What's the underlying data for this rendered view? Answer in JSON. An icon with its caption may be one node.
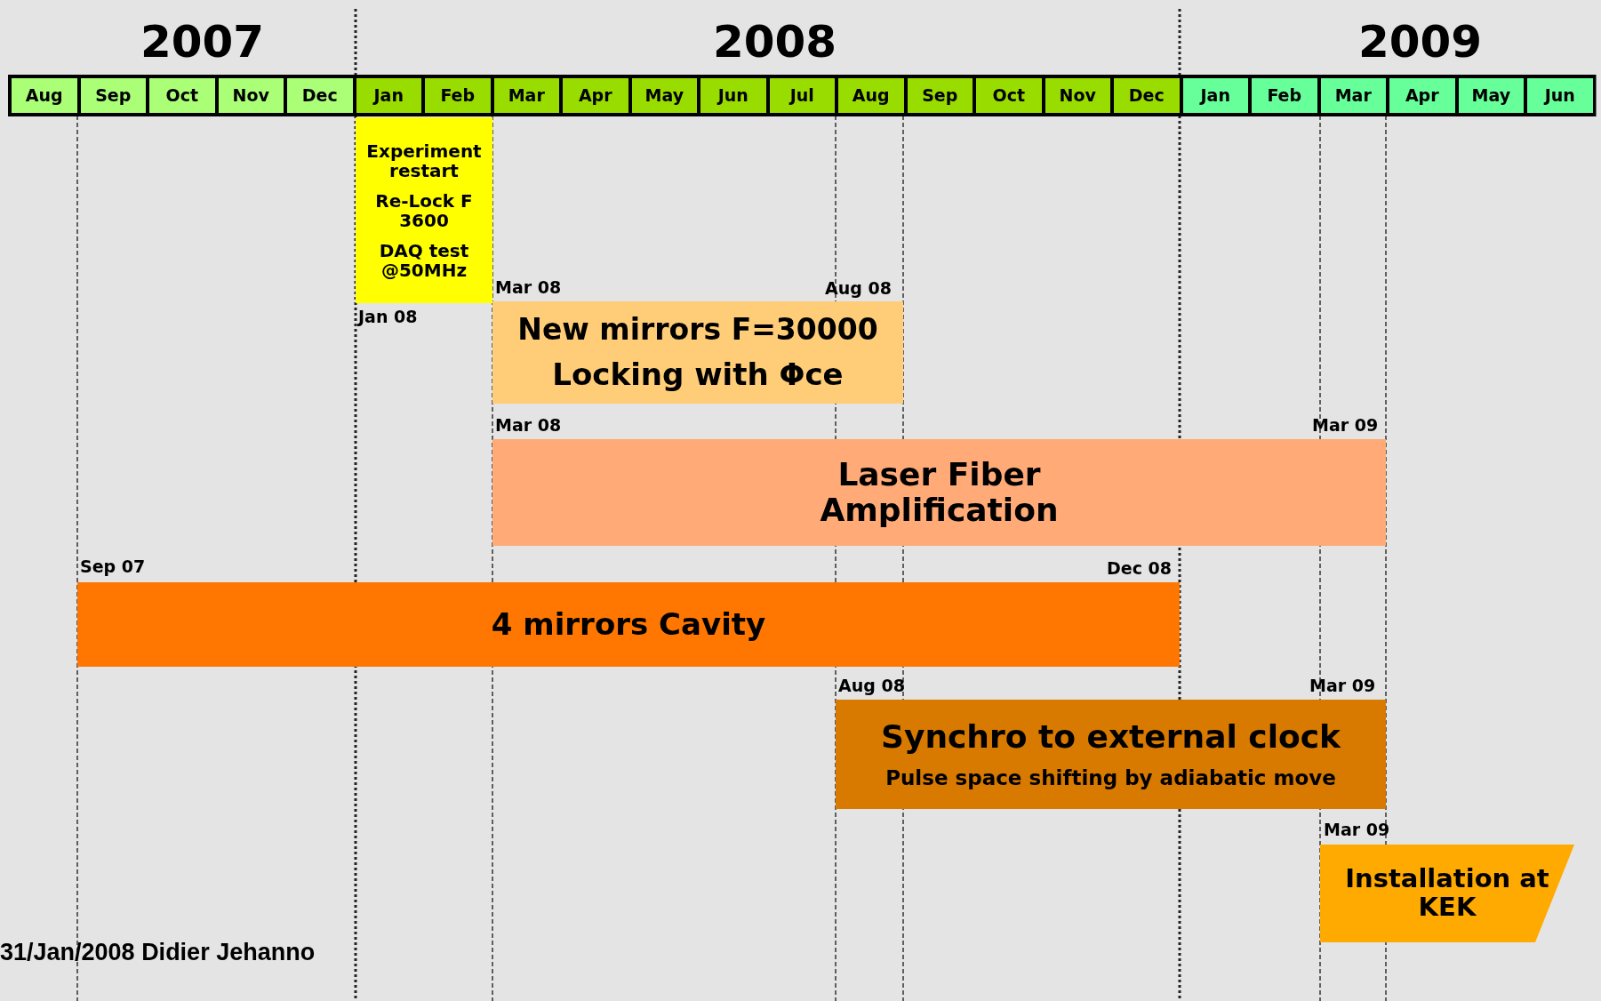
{
  "diagram": {
    "nodes": [
      {
        "text": [
          "Aug"
        ]
      },
      {
        "text": [
          "Sep"
        ]
      },
      {
        "text": [
          "Oct"
        ]
      },
      {
        "text": [
          "Nov"
        ]
      },
      {
        "text": [
          "Dec"
        ]
      },
      {
        "text": [
          "Jan"
        ]
      },
      {
        "text": [
          "Feb"
        ]
      },
      {
        "text": [
          "Mar"
        ]
      },
      {
        "text": [
          "Apr"
        ]
      },
      {
        "text": [
          "May"
        ]
      },
      {
        "text": [
          "Jun"
        ]
      },
      {
        "text": [
          "Jul"
        ]
      },
      {
        "text": [
          "Aug"
        ]
      },
      {
        "text": [
          "Sep"
        ]
      },
      {
        "text": [
          "Oct"
        ]
      },
      {
        "text": [
          "Nov"
        ]
      },
      {
        "text": [
          "Dec"
        ]
      },
      {
        "text": [
          "Jan"
        ]
      },
      {
        "text": [
          "Feb"
        ]
      },
      {
        "text": [
          "Mar"
        ]
      },
      {
        "text": [
          "Apr"
        ]
      },
      {
        "text": [
          "May"
        ]
      },
      {
        "text": [
          "Jun"
        ]
      },
      {
        "text": [
          "Experiment restart",
          "Re-Lock F 3600",
          "DAQ test @50MHz"
        ],
        "beside": [
          "Jan 08"
        ]
      },
      {
        "text": [
          "New mirrors F=30000",
          "Locking  with Φce"
        ],
        "beside": [
          "Mar 08",
          "Aug 08"
        ]
      },
      {
        "text": [
          "Laser Fiber Amplification"
        ],
        "beside": [
          "Mar 08",
          "Mar 09"
        ]
      },
      {
        "text": [
          "4 mirrors Cavity"
        ],
        "beside": [
          "Sep 07",
          "Dec 08"
        ]
      },
      {
        "text": [
          "Synchro to external clock",
          "Pulse space shifting by adiabatic move"
        ],
        "beside": [
          "Aug 08",
          "Mar 09"
        ]
      },
      {
        "text": [
          "Installation at KEK"
        ],
        "beside": [
          "Mar 09"
        ]
      }
    ],
    "edges": [],
    "labels": [
      "2007",
      "2008",
      "2009",
      "31/Jan/2008 Didier Jehanno"
    ]
  }
}
